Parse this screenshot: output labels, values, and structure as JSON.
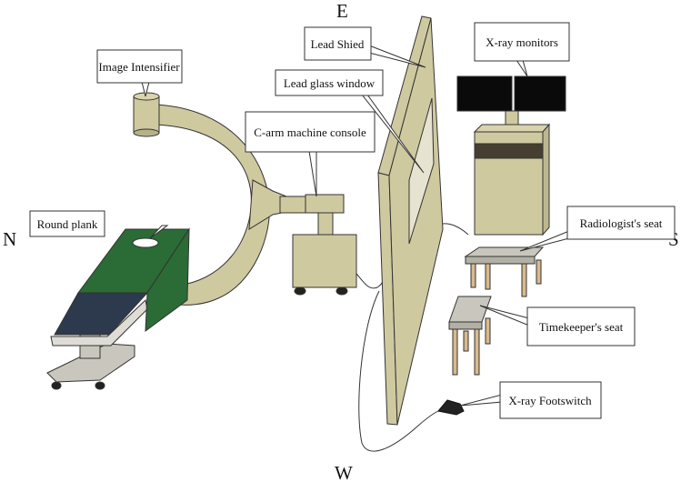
{
  "compass": {
    "north": "N",
    "south": "S",
    "east": "E",
    "west": "W"
  },
  "labels": {
    "image_intensifier": "Image Intensifier",
    "round_plank": "Round plank",
    "carm_console": "C-arm machine console",
    "lead_shield": "Lead Shied",
    "lead_glass_window": "Lead glass window",
    "xray_monitors": "X-ray monitors",
    "radiologist_seat": "Radiologist's seat",
    "timekeeper_seat": "Timekeeper's seat",
    "xray_footswitch": "X-ray Footswitch"
  },
  "colors": {
    "equipment_khaki": "#cfc9a0",
    "table_green": "#2a6b36",
    "table_navy": "#2d3a4d",
    "monitor_black": "#0a0a0a",
    "console_band": "#463f31",
    "seat_gray": "#c9c7bd",
    "seat_legs": "#d8ba8e"
  }
}
